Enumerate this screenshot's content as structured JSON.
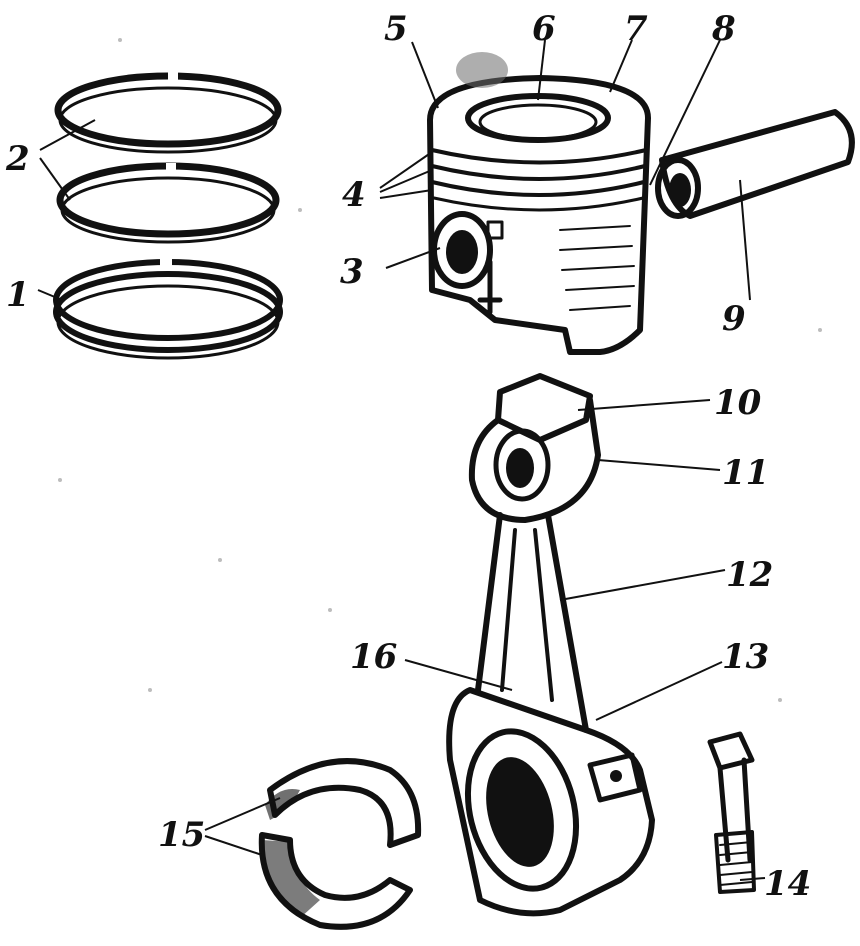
{
  "callouts": [
    {
      "id": "1",
      "label": "1"
    },
    {
      "id": "2",
      "label": "2"
    },
    {
      "id": "3",
      "label": "3"
    },
    {
      "id": "4",
      "label": "4"
    },
    {
      "id": "5",
      "label": "5"
    },
    {
      "id": "6",
      "label": "6"
    },
    {
      "id": "7",
      "label": "7"
    },
    {
      "id": "8",
      "label": "8"
    },
    {
      "id": "9",
      "label": "9"
    },
    {
      "id": "10",
      "label": "10"
    },
    {
      "id": "11",
      "label": "11"
    },
    {
      "id": "12",
      "label": "12"
    },
    {
      "id": "13",
      "label": "13"
    },
    {
      "id": "14",
      "label": "14"
    },
    {
      "id": "15",
      "label": "15"
    },
    {
      "id": "16",
      "label": "16"
    }
  ],
  "colors": {
    "ink": "#111111",
    "paper": "#ffffff"
  }
}
